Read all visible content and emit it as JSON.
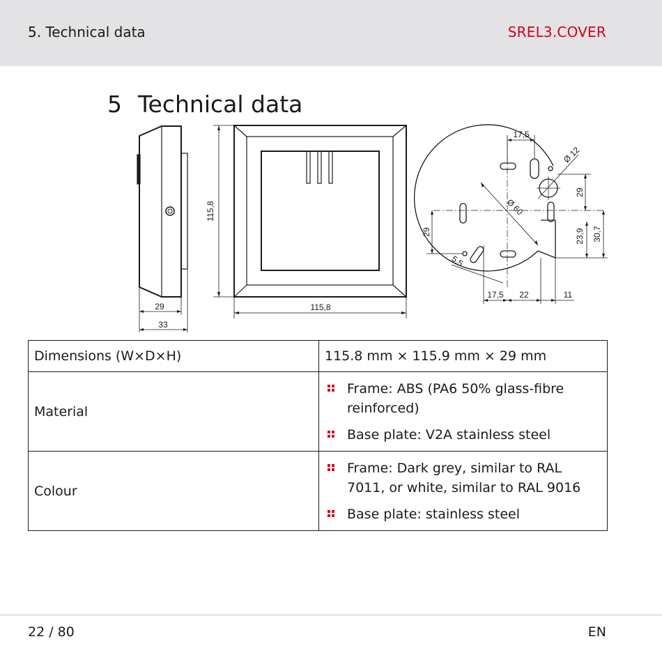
{
  "header": {
    "section": "5. Technical data",
    "product": "SREL3.COVER"
  },
  "chapter": {
    "number": "5",
    "title": "Technical data"
  },
  "drawing": {
    "side_view": {
      "depth_inner": "29",
      "depth_outer": "33"
    },
    "front_view": {
      "width": "115,8",
      "height": "115,8"
    },
    "base_plate": {
      "top_offset": "17,5",
      "hole_diameter": "Ø 12",
      "hole_circle": "Ø 60",
      "slot_width": "5,5",
      "left_height": "29",
      "right_height_upper": "29",
      "right_height_a": "23,9",
      "right_height_b": "30,7",
      "bottom_a": "17,5",
      "bottom_b": "22",
      "bottom_c": "11"
    }
  },
  "table": {
    "rows": [
      {
        "label": "Dimensions (W×D×H)",
        "value": "115.8 mm × 115.9 mm × 29 mm"
      },
      {
        "label": "Material",
        "bullets": [
          "Frame: ABS (PA6 50% glass-fibre reinforced)",
          "Base plate: V2A stainless steel"
        ]
      },
      {
        "label": "Colour",
        "bullets": [
          "Frame: Dark grey, similar to RAL 7011, or white, similar to RAL 9016",
          "Base plate: stainless steel"
        ]
      }
    ]
  },
  "footer": {
    "page": "22 / 80",
    "language": "EN"
  },
  "colors": {
    "accent": "#d6001c",
    "header_bg": "#e3e3e5",
    "text": "#1a1a1a"
  }
}
